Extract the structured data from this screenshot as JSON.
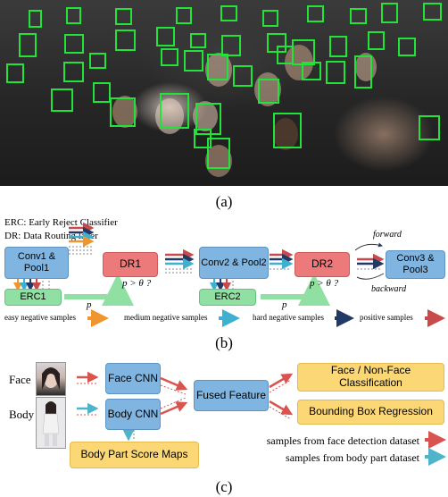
{
  "panel_a": {
    "caption": "(a)",
    "detection_box_color": "#22e33a"
  },
  "panel_b": {
    "legend_erc": "ERC: Early Reject Classifier",
    "legend_dr": "DR: Data Routing layer",
    "conv1": "Conv1 & Pool1",
    "erc1": "ERC1",
    "dr1": "DR1",
    "conv2": "Conv2 & Pool2",
    "erc2": "ERC2",
    "dr2": "DR2",
    "conv3": "Conv3 & Pool3",
    "condition": "p > θ ?",
    "p": "p",
    "forward": "forward",
    "backward": "backward",
    "easy": "easy negative samples",
    "medium": "medium negative samples",
    "hard": "hard negative samples",
    "positive": "positive samples",
    "caption": "(b)",
    "colors": {
      "easy": "#f0962e",
      "medium": "#3fb0cf",
      "hard": "#243a66",
      "positive": "#c94a4a",
      "routing": "#8fe0a2"
    }
  },
  "panel_c": {
    "face_label": "Face",
    "body_label": "Body",
    "face_cnn": "Face CNN",
    "body_cnn": "Body CNN",
    "fused": "Fused Feature",
    "classification": "Face / Non-Face Classification",
    "bbox_regression": "Bounding Box Regression",
    "part_maps": "Body Part Score Maps",
    "legend_face": "samples from face detection dataset",
    "legend_body": "samples from body  part dataset",
    "caption": "(c)",
    "colors": {
      "face_arrow": "#d9534f",
      "body_arrow": "#4fb3c9"
    }
  }
}
